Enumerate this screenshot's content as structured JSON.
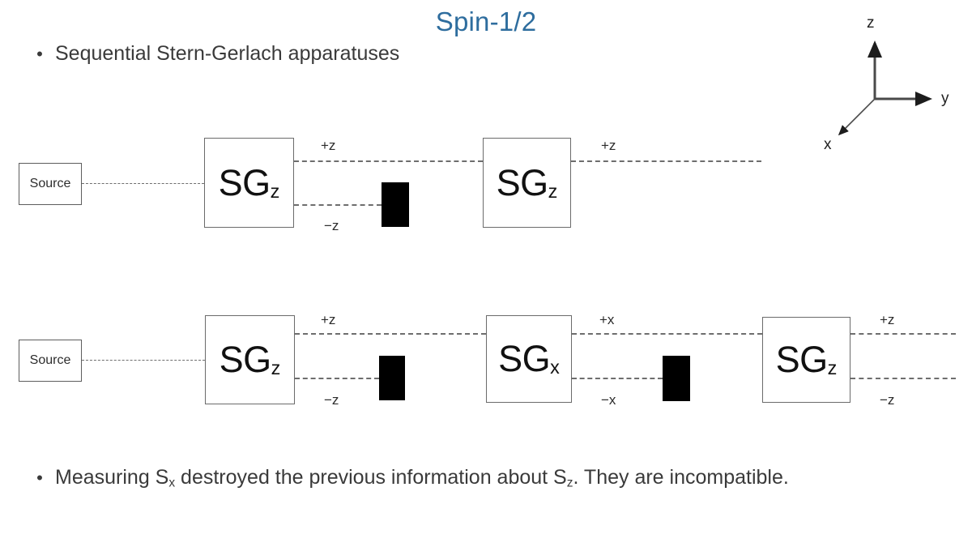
{
  "title": "Spin-1/2",
  "title_color": "#2e6d9e",
  "bullets": [
    {
      "marker": "•",
      "text": "Sequential Stern-Gerlach apparatuses"
    },
    {
      "marker": "•",
      "text_before": "Measuring S",
      "sub1": "x",
      "text_mid": " destroyed the previous information about S",
      "sub2": "z",
      "text_after": ". They are incompatible."
    }
  ],
  "axes": {
    "z_label": "z",
    "y_label": "y",
    "x_label": "x"
  },
  "rows": [
    {
      "id": "row-1",
      "source_label": "Source",
      "devices": [
        {
          "name": "SG",
          "sub": "z"
        },
        {
          "name": "SG",
          "sub": "z"
        }
      ],
      "beam_labels": [
        "+z",
        "−z",
        "+z"
      ]
    },
    {
      "id": "row-2",
      "source_label": "Source",
      "devices": [
        {
          "name": "SG",
          "sub": "z"
        },
        {
          "name": "SG",
          "sub": "x"
        },
        {
          "name": "SG",
          "sub": "z"
        }
      ],
      "beam_labels": [
        "+z",
        "−z",
        "+x",
        "−x",
        "+z",
        "−z"
      ]
    }
  ]
}
